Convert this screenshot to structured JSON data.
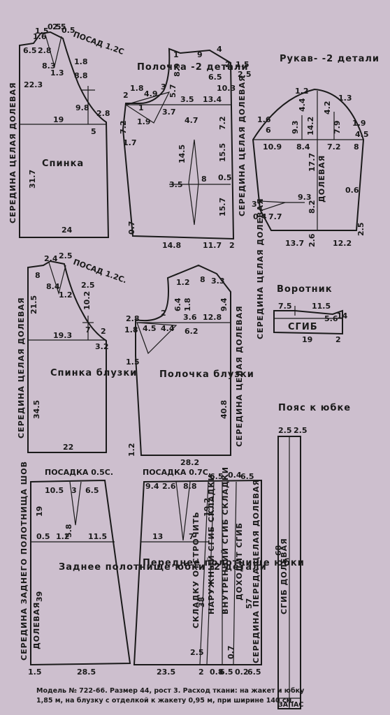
{
  "colors": {
    "paper": "#cdbfce",
    "ink": "#1a1a1a"
  },
  "back": {
    "title": "Спинка",
    "center_label": "СЕРЕДИНА ЦЕЛАЯ ДОЛЕВАЯ",
    "posad": "ПОСАД 1.2С",
    "dims": {
      "d1_6": "1.6",
      "d1_5": "1.5",
      "d0_5a": "0.5",
      "d2_5": "2.5",
      "d0_5b": "0.5",
      "d6_5": "6.5",
      "d2_8": "2.8",
      "d8_3": "8.3",
      "d1_3": "1.3",
      "d1_8": "1.8",
      "d8_8": "8.8",
      "d22_3": "22.3",
      "d19": "19",
      "d9_8": "9.8",
      "d2_8b": "2.8",
      "d5": "5",
      "d31_7": "31.7",
      "d24": "24"
    }
  },
  "front": {
    "title": "Полочка -2 детали",
    "center_label": "СЕРЕДИНА ЦЕЛАЯ ДОЛЕВАЯ",
    "dims": {
      "d1": "1",
      "d8_9": "8.9",
      "d9": "9",
      "d4": "4",
      "d2": "2",
      "d1_5": "1.5",
      "d2_5": "2.5",
      "d1_8": "1.8",
      "d4_9": "4.9",
      "d3": "3",
      "d5_7": "5.7",
      "d6_5": "6.5",
      "d10_3": "10.3",
      "d2b": "2",
      "d1b": "1",
      "d3_5": "3.5",
      "d13_4": "13.4",
      "d7_2": "7.2",
      "d1_9": "1.9",
      "d3_7": "3.7",
      "d4_7": "4.7",
      "d7_2b": "7.2",
      "d1_7": "1.7",
      "d14_5": "14.5",
      "d3_5b": "3.5",
      "d8": "8",
      "d0_5": "0.5",
      "d15_5": "15.5",
      "d15_7": "15.7",
      "d0_7": "0.7",
      "d14_8": "14.8",
      "d11_7": "11.7",
      "d2c": "2"
    }
  },
  "sleeve": {
    "title": "Рукав- -2 детали",
    "grain_label": "ДОЛЕВАЯ",
    "dims": {
      "d1_2": "1.2",
      "d1_3": "1.3",
      "d4_4": "4.4",
      "d4_2": "4.2",
      "d1_6": "1.6",
      "d6": "6",
      "d9_3": "9.3",
      "d14_2": "14.2",
      "d7_9": "7.9",
      "d1_9": "1.9",
      "d4_5": "4.5",
      "d10_9": "10.9",
      "d8_4": "8.4",
      "d7_2": "7.2",
      "d8": "8",
      "d17_7": "17.7",
      "d0_6": "0.6",
      "d9_3b": "9.3",
      "d3": "3",
      "d8_2": "8.2",
      "d0_4": "0.4",
      "d7_7": "7.7",
      "d13_7": "13.7",
      "d2_6": "2.6",
      "d12_2": "12.2",
      "d2_5": "2.5"
    }
  },
  "blouse_back": {
    "title": "Спинка блузки",
    "center_label": "СЕРЕДИНА ЦЕЛАЯ ДОЛЕВАЯ",
    "posad": "ПОСАД 1.2С.",
    "dims": {
      "d2_4": "2.4",
      "d2_5": "2.5",
      "d8": "8",
      "d8_4": "8.4",
      "d1_2": "1.2",
      "d2_5b": "2.5",
      "d21_5": "21.5",
      "d10_2": "10.2",
      "d19_3": "19.3",
      "d7": "7",
      "d2": "2",
      "d3_2": "3.2",
      "d34_5": "34.5",
      "d22": "22"
    }
  },
  "blouse_front": {
    "title": "Полочка блузки",
    "center_label": "СЕРЕДИНА ЦЕЛАЯ ДОЛЕВАЯ",
    "dims": {
      "d1_2": "1.2",
      "d8": "8",
      "d3_3": "3.3",
      "d6_4": "6.4",
      "d1_8": "1.8",
      "d9_4": "9.4",
      "d2": "2",
      "d2_8": "2.8",
      "d1_8b": "1.8",
      "d4_5": "4.5",
      "d4_4": "4.4",
      "d3_6": "3.6",
      "d12_8": "12.8",
      "d6_2": "6.2",
      "d1_5": "1.5",
      "d40_8": "40.8",
      "d1_2b": "1.2",
      "d28_2": "28.2"
    }
  },
  "collar": {
    "title": "Воротник",
    "center_label": "СЕРЕДИНА ЦЕЛАЯ ДОЛЕВАЯ",
    "fold": "СГИБ",
    "dims": {
      "d7_5": "7.5",
      "d11_5": "11.5",
      "d5_6": "5.6",
      "d14": "14",
      "d19": "19",
      "d2": "2"
    }
  },
  "belt": {
    "title": "Пояс к юбке",
    "grain": "СГИБ ДОЛЕВАЯ",
    "allowance": "ЗАПАС",
    "dims": {
      "d2_5a": "2.5",
      "d2_5b": "2.5",
      "d68": "68"
    }
  },
  "skirt_back": {
    "title": "Заднее полотнище юбки -2 детали",
    "posad": "ПОСАДКА 0.5С.",
    "center_label": "СЕРЕДИНА ЗАДНЕГО ПОЛОТНИЩА ШОВ",
    "grain": "ДОЛЕВАЯ",
    "dims": {
      "d10_5": "10.5",
      "d3": "3",
      "d6_5": "6.5",
      "d19": "19",
      "d0_5": "0.5",
      "d1_2": "1.2",
      "d5_8": "5.8",
      "d11_5": "11.5",
      "d39": "39",
      "d1_5": "1.5",
      "d28_5": "28.5"
    }
  },
  "skirt_front": {
    "title": "Переднее полотнище юбки",
    "posad": "ПОСАДКА 0.7С.",
    "center_label": "СЕРЕДИНА ПЕРЕДА ЦЕЛАЯ ДОЛЕВАЯ",
    "fold1": "СКЛАДКУ ОТСТРОЧИТЬ",
    "fold2": "НАРУЖНЫЙ СГИБ СКЛАДКИ",
    "fold3": "ВНУТРЕННИЙ СГИБ СКЛАДКИ",
    "fold4": "ДОХОДИТ СГИБ",
    "dims": {
      "d9_4": "9.4",
      "d2_6": "2.6",
      "d8_8": "8.8",
      "d6_5": "6.5",
      "d0_4": "0.4",
      "d6_5b": "6.5",
      "d19_2": "19.2",
      "d13": "13",
      "d7": "7",
      "d38": "38",
      "d57": "57",
      "d2_5": "2.5",
      "d0_7": "0.7",
      "d23_5": "23.5",
      "d2": "2",
      "d0_8": "0.8",
      "d6_5c": "6.5",
      "d0_2": "0.2",
      "d6_5d": "6.5"
    }
  },
  "caption": {
    "line1": "Модель № 722-66. Размер 44, рост 3. Расход ткани: на жакет и юбку",
    "line2": "1,85 м, на блузку с отделкой к жакету 0,95 м, при ширине 140 см."
  }
}
